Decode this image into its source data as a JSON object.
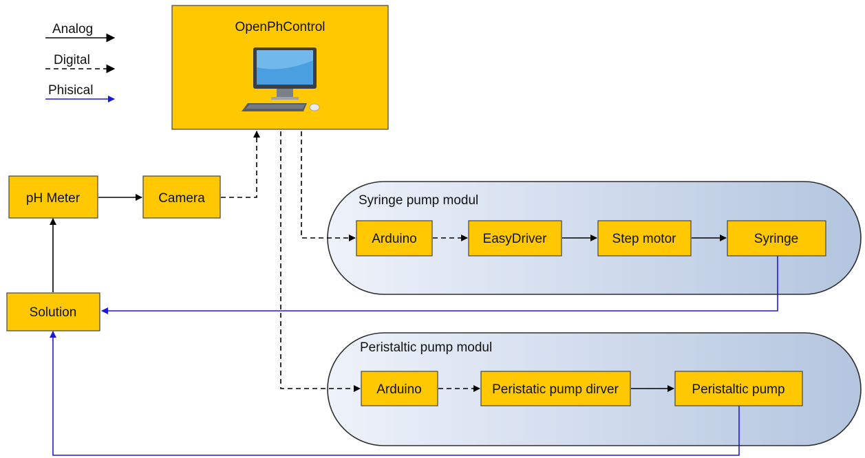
{
  "legend": {
    "analog": "Analog",
    "digital": "Digital",
    "physical": "Phisical"
  },
  "computer": {
    "title": "OpenPhControl",
    "icon": "desktop-computer-icon"
  },
  "blocks": {
    "ph_meter": "pH Meter",
    "camera": "Camera",
    "solution": "Solution"
  },
  "syringe_module": {
    "title": "Syringe pump modul",
    "arduino": "Arduino",
    "driver": "EasyDriver",
    "motor": "Step motor",
    "syringe": "Syringe"
  },
  "peristaltic_module": {
    "title": "Peristaltic pump modul",
    "arduino": "Arduino",
    "driver": "Peristatic pump dirver",
    "pump": "Peristaltic pump"
  },
  "colors": {
    "block_fill": "#FFC800",
    "module_gradient_start": "#EEF2FA",
    "module_gradient_end": "#B3C5DF",
    "physical_line": "#1A1AD4",
    "signal_line": "#000000"
  }
}
